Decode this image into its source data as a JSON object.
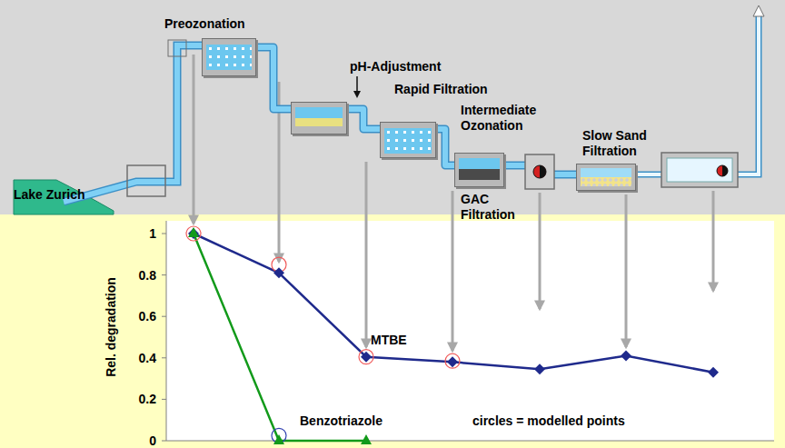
{
  "diagram": {
    "nodes": [
      {
        "text": [
          "Preozonation"
        ]
      },
      {
        "text": [
          "Rapid Filtration"
        ]
      },
      {
        "text": [
          "Intermediate Ozonation"
        ]
      },
      {
        "text": [
          "GAC Filtration"
        ]
      },
      {
        "text": [
          "Slow Sand Filtration"
        ]
      }
    ],
    "edges": [
      {
        "from": 0,
        "to": 1,
        "arrow": "none"
      },
      {
        "from": 1,
        "to": 2,
        "arrow": "none"
      },
      {
        "from": 2,
        "to": 3,
        "arrow": "none"
      },
      {
        "from": 3,
        "to": 4,
        "arrow": "none"
      }
    ],
    "labels": [
      "Lake Zurich",
      "pH-Adjustment",
      "1",
      "0.8",
      "0.6",
      "0.4",
      "0.2",
      "0",
      "Rel. degradation",
      "MTBE",
      "Benzotriazole",
      "circles = modelled points"
    ]
  }
}
